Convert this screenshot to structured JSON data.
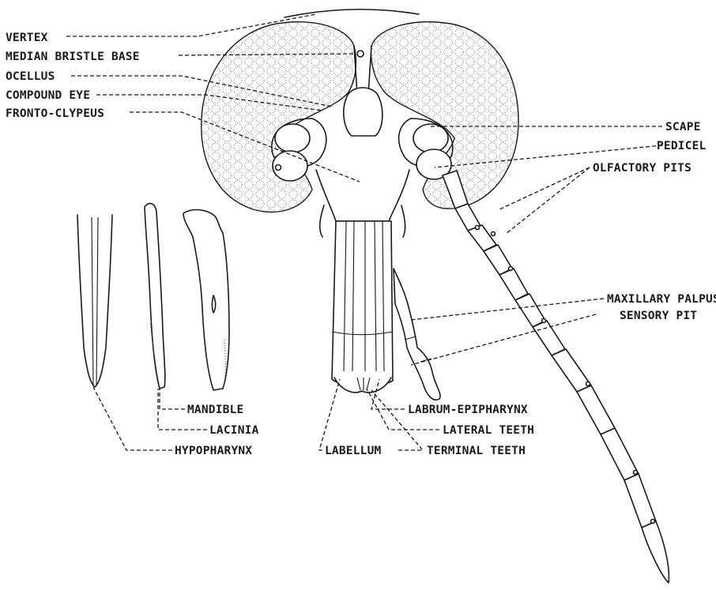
{
  "labels": {
    "vertex": "VERTEX",
    "median_bristle_base": "MEDIAN BRISTLE BASE",
    "ocellus": "OCELLUS",
    "compound_eye": "COMPOUND EYE",
    "fronto_clypeus": "FRONTO-CLYPEUS",
    "scape": "SCAPE",
    "pedicel": "PEDICEL",
    "olfactory_pits": "OLFACTORY PITS",
    "maxillary_palpus": "MAXILLARY PALPUS",
    "sensory_pit": "SENSORY PIT",
    "mandible": "MANDIBLE",
    "lacinia": "LACINIA",
    "hypopharynx": "HYPOPHARYNX",
    "labrum_epipharynx": "LABRUM-EPIPHARYNX",
    "lateral_teeth": "LATERAL TEETH",
    "labellum": "LABELLUM",
    "terminal_teeth": "TERMINAL TEETH"
  },
  "colors": {
    "ink": "#1a1a1a",
    "background": "#ffffff"
  }
}
